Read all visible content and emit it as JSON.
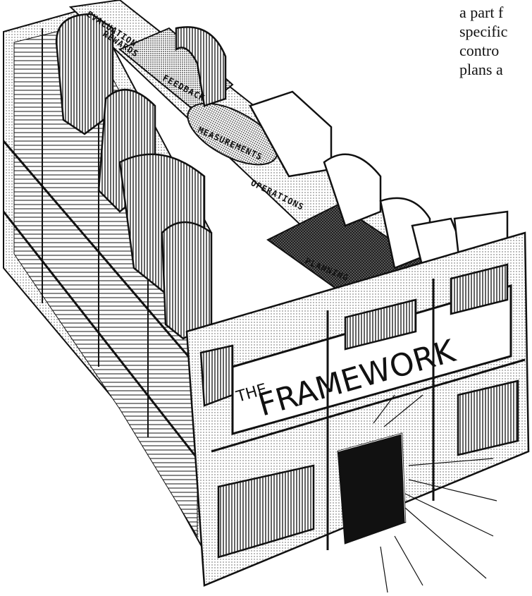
{
  "page_text_lines": [
    "a part f",
    "specific",
    "contro",
    "plans a"
  ],
  "labels": {
    "evaluation": "EVALUATION",
    "rewards": "REWARDS",
    "feedback": "FEEDBACK",
    "measurements": "MEASUREMENTS",
    "operations": "OPERATIONS",
    "planning": "PLANNING"
  },
  "sign": {
    "the": "THE",
    "framework": "FRAMEWORK"
  },
  "colors": {
    "ink": "#111111",
    "paper": "#ffffff"
  }
}
